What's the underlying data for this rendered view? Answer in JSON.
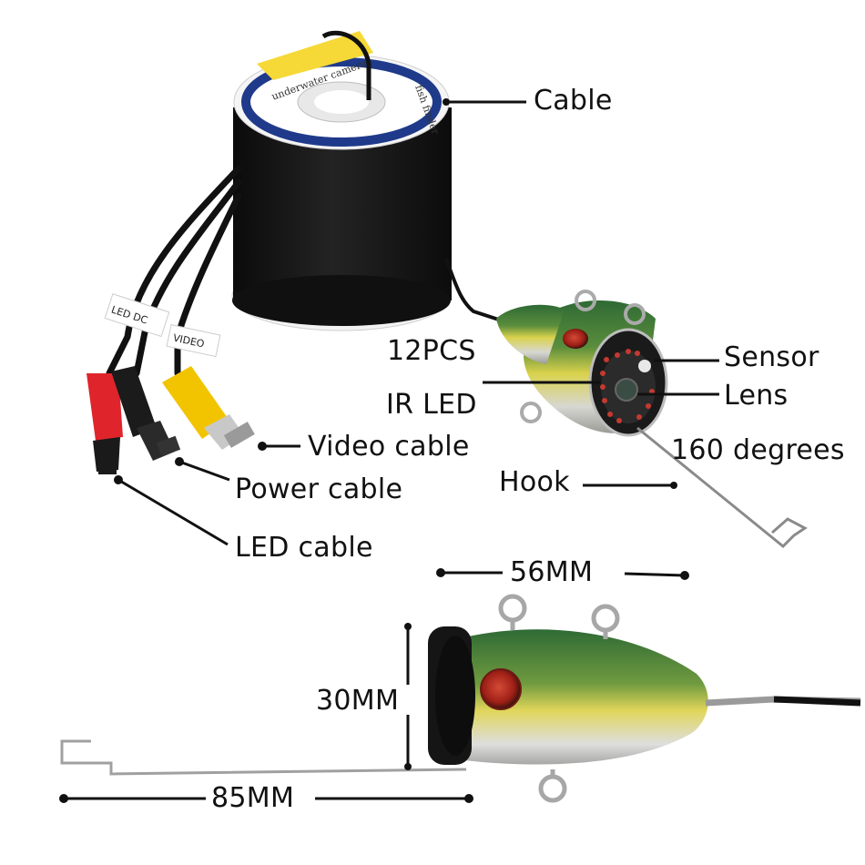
{
  "reel": {
    "text_top": "underwater camera",
    "text_right": "fish finder",
    "tag_video": "VIDEO",
    "tag_led_dc": "LED DC"
  },
  "labels": {
    "cable": "Cable",
    "ir_count": "12PCS",
    "ir_led": "IR LED",
    "sensor": "Sensor",
    "lens": "Lens",
    "angle": "160 degrees",
    "video_cable": "Video cable",
    "hook": "Hook",
    "power_cable": "Power cable",
    "led_cable": "LED cable"
  },
  "dimensions": {
    "width": "56MM",
    "height": "30MM",
    "hook_length": "85MM"
  },
  "colors": {
    "reel_felt": "#151515",
    "body_green": "#3f7a3a",
    "body_yellow": "#d8d24a",
    "body_silver": "#c8c8c8",
    "rca_yellow": "#f2c400",
    "dc_red": "#e0242b",
    "eye_red": "#b3271c"
  }
}
